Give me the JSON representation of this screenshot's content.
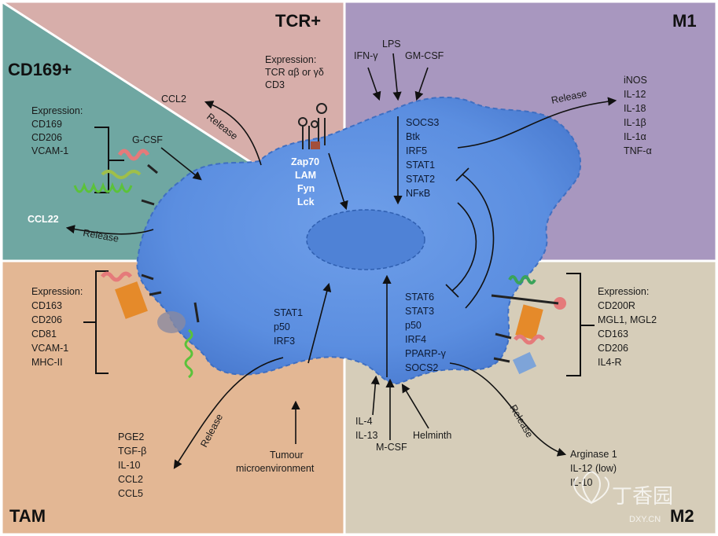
{
  "colors": {
    "tcr_bg": "#d7aeaa",
    "m1_bg": "#a897bf",
    "cd169_bg": "#6fa7a2",
    "tam_bg": "#e3b794",
    "m2_bg": "#d6cdb9",
    "cell": "#5b8ee0",
    "cell_dark": "#3f6fc2"
  },
  "quadrants": {
    "tcr": {
      "title": "TCR+",
      "expression": [
        "Expression:",
        "TCR αβ or γδ",
        "CD3"
      ],
      "release_label": "Release",
      "release_target": "CCL2",
      "signaling": [
        "Zap70",
        "LAM",
        "Fyn",
        "Lck"
      ]
    },
    "m1": {
      "title": "M1",
      "stimuli": [
        "IFN-γ",
        "LPS",
        "GM-CSF"
      ],
      "signaling": [
        "SOCS3",
        "Btk",
        "IRF5",
        "STAT1",
        "STAT2",
        "NFκB"
      ],
      "release_label": "Release",
      "released": [
        "iNOS",
        "IL-12",
        "IL-18",
        "IL-1β",
        "IL-1α",
        "TNF-α"
      ]
    },
    "cd169": {
      "title": "CD169+",
      "expression": [
        "Expression:",
        "CD169",
        "CD206",
        "VCAM-1"
      ],
      "stimulus": "G-CSF",
      "release_label": "Release",
      "release_target": "CCL22"
    },
    "tam": {
      "title": "TAM",
      "expression": [
        "Expression:",
        "CD163",
        "CD206",
        "CD81",
        "VCAM-1",
        "MHC-II"
      ],
      "signaling": [
        "STAT1",
        "p50",
        "IRF3"
      ],
      "stimulus": [
        "Tumour",
        "microenvironment"
      ],
      "release_label": "Release",
      "released": [
        "PGE2",
        "TGF-β",
        "IL-10",
        "CCL2",
        "CCL5"
      ]
    },
    "m2": {
      "title": "M2",
      "expression": [
        "Expression:",
        "CD200R",
        "MGL1, MGL2",
        "CD163",
        "CD206",
        "IL4-R"
      ],
      "signaling": [
        "STAT6",
        "STAT3",
        "p50",
        "IRF4",
        "PPARP-γ",
        "SOCS2"
      ],
      "stimuli": [
        "IL-4",
        "IL-13",
        "M-CSF",
        "Helminth"
      ],
      "release_label": "Release",
      "released": [
        "Arginase 1",
        "IL-12 (low)",
        "IL-10"
      ]
    }
  },
  "watermark": {
    "text": "丁香园",
    "subtext": "DXY.CN"
  }
}
